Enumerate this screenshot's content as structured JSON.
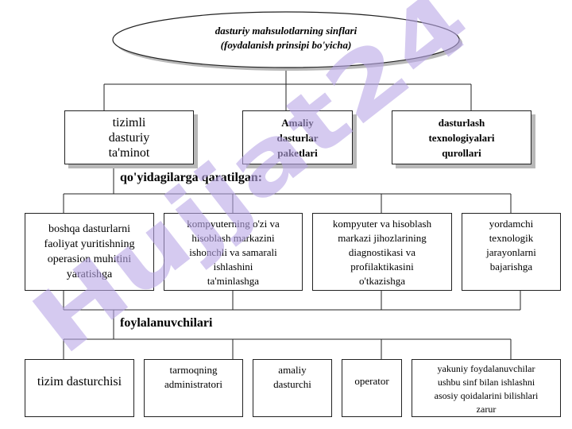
{
  "diagram": {
    "title_line1": "dasturiy mahsulotlarning sinflari",
    "title_line2": "(foydalanish prinsipi bo'yicha)",
    "level1": [
      "tizimli\ndasturiy\nta'minot",
      "Amaliy\ndasturlar\npaketlari",
      "dasturlash\ntexnologiyalari\nqurollari"
    ],
    "label_purpose": "qo'yidagilarga qaratilgan:",
    "level2": [
      "boshqa dasturlarni\nfaoliyat yuritishning\noperasion muhitini\nyaratishga",
      "kompyuterning o'zi va\nhisoblash markazini\nishonchli va samarali\nishlashini\nta'minlashga",
      "kompyuter va hisoblash\nmarkazi jihozlarining\ndiagnostikasi va\nprofilaktikasini\no'tkazishga",
      "yordamchi\ntexnologik\njarayonlarni\nbajarishga"
    ],
    "label_users": "foylalanuvchilari",
    "level3": [
      "tizim dasturchisi",
      "tarmoqning\nadministratori",
      "amaliy\ndasturchi",
      "operator",
      "yakuniy foydalanuvchilar\nushbu sinf bilan ishlashni\nasosiy qoidalarini bilishlari\nzarur"
    ]
  },
  "watermark": {
    "text": "Hujjat24",
    "color": "#b9a6e6"
  },
  "colors": {
    "line": "#222222",
    "shadow": "#b8b8b8"
  }
}
